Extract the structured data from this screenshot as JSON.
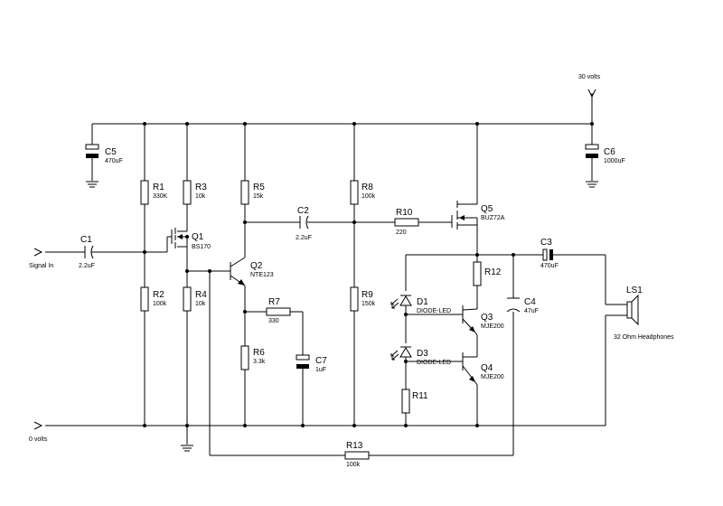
{
  "nets": {
    "supply": "30 volts",
    "input": "Signal In",
    "ground": "0 volts"
  },
  "components": {
    "C1": {
      "ref": "C1",
      "value": "2.2uF"
    },
    "C2": {
      "ref": "C2",
      "value": "2.2uF"
    },
    "C3": {
      "ref": "C3",
      "value": "470uF"
    },
    "C4": {
      "ref": "C4",
      "value": "47uF"
    },
    "C5": {
      "ref": "C5",
      "value": "470uF"
    },
    "C6": {
      "ref": "C6",
      "value": "1000uF"
    },
    "C7": {
      "ref": "C7",
      "value": "1uF"
    },
    "R1": {
      "ref": "R1",
      "value": "330K"
    },
    "R2": {
      "ref": "R2",
      "value": "100k"
    },
    "R3": {
      "ref": "R3",
      "value": "10k"
    },
    "R4": {
      "ref": "R4",
      "value": "10k"
    },
    "R5": {
      "ref": "R5",
      "value": "15k"
    },
    "R6": {
      "ref": "R6",
      "value": "3.3k"
    },
    "R7": {
      "ref": "R7",
      "value": "330"
    },
    "R8": {
      "ref": "R8",
      "value": "100k"
    },
    "R9": {
      "ref": "R9",
      "value": "150k"
    },
    "R10": {
      "ref": "R10",
      "value": "220"
    },
    "R11": {
      "ref": "R11",
      "value": ""
    },
    "R12": {
      "ref": "R12",
      "value": ""
    },
    "R13": {
      "ref": "R13",
      "value": "100k"
    },
    "Q1": {
      "ref": "Q1",
      "value": "BS170"
    },
    "Q2": {
      "ref": "Q2",
      "value": "NTE123"
    },
    "Q3": {
      "ref": "Q3",
      "value": "MJE200"
    },
    "Q4": {
      "ref": "Q4",
      "value": "MJE200"
    },
    "Q5": {
      "ref": "Q5",
      "value": "BUZ72A"
    },
    "D1": {
      "ref": "D1",
      "value": "DIODE-LED"
    },
    "D3": {
      "ref": "D3",
      "value": "DIODE-LED"
    },
    "LS1": {
      "ref": "LS1",
      "value": "32 Ohm Headphones"
    }
  }
}
